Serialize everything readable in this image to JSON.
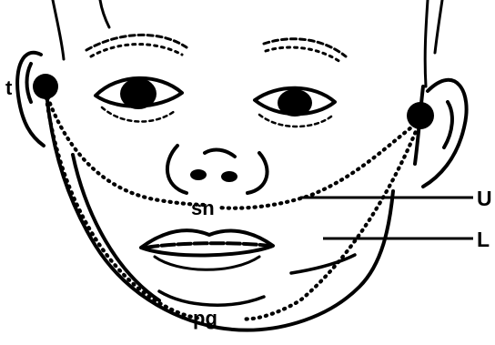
{
  "diagram": {
    "labels": {
      "tragus": "t",
      "subnasale": "sn",
      "pogonion": "pg",
      "upper": "U",
      "lower": "L"
    },
    "colors": {
      "ink": "#000000",
      "paper": "#ffffff"
    }
  }
}
